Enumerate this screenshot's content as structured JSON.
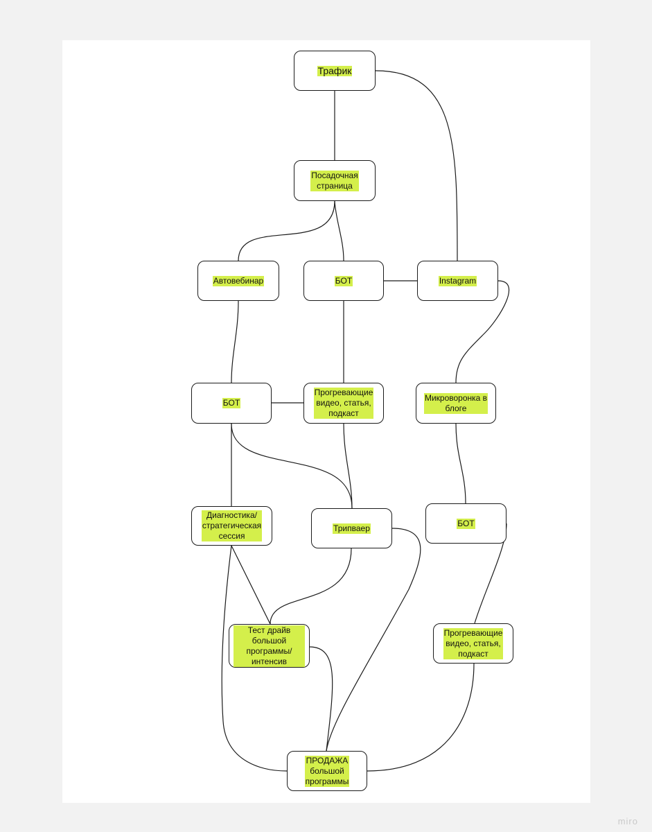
{
  "diagram": {
    "nodes": [
      {
        "id": "traffic",
        "label": "Трафик"
      },
      {
        "id": "landing",
        "label": "Посадочная\nстраница"
      },
      {
        "id": "autowebinar",
        "label": "Автовебинар"
      },
      {
        "id": "bot1",
        "label": "БОТ"
      },
      {
        "id": "instagram",
        "label": "Instagram"
      },
      {
        "id": "bot2",
        "label": "БОТ"
      },
      {
        "id": "warmup1",
        "label": "Прогревающие\nвидео, статья,\nподкаст"
      },
      {
        "id": "microfunnel",
        "label": "Микроворонка в\nблоге"
      },
      {
        "id": "diagnostics",
        "label": "Диагностика/\nстратегическая\nсессия"
      },
      {
        "id": "tripwire",
        "label": "Трипваер"
      },
      {
        "id": "bot3",
        "label": "БОТ"
      },
      {
        "id": "testdrive",
        "label": "Тест драйв большой\nпрограммы/\nинтенсив"
      },
      {
        "id": "warmup2",
        "label": "Прогревающие\nвидео, статья,\nподкаст"
      },
      {
        "id": "sale",
        "label": "ПРОДАЖА\nбольшой\nпрограммы"
      }
    ],
    "edges": [
      [
        "traffic",
        "landing"
      ],
      [
        "traffic",
        "instagram"
      ],
      [
        "landing",
        "autowebinar"
      ],
      [
        "landing",
        "bot1"
      ],
      [
        "bot1",
        "instagram"
      ],
      [
        "instagram",
        "microfunnel"
      ],
      [
        "autowebinar",
        "bot2"
      ],
      [
        "bot1",
        "warmup1"
      ],
      [
        "bot2",
        "warmup1"
      ],
      [
        "bot2",
        "tripwire"
      ],
      [
        "warmup1",
        "tripwire"
      ],
      [
        "microfunnel",
        "bot3"
      ],
      [
        "bot2",
        "diagnostics"
      ],
      [
        "diagnostics",
        "testdrive"
      ],
      [
        "tripwire",
        "testdrive"
      ],
      [
        "bot3",
        "warmup2"
      ],
      [
        "diagnostics",
        "sale"
      ],
      [
        "tripwire",
        "sale"
      ],
      [
        "testdrive",
        "sale"
      ],
      [
        "warmup2",
        "sale"
      ]
    ]
  },
  "watermark": "miro"
}
